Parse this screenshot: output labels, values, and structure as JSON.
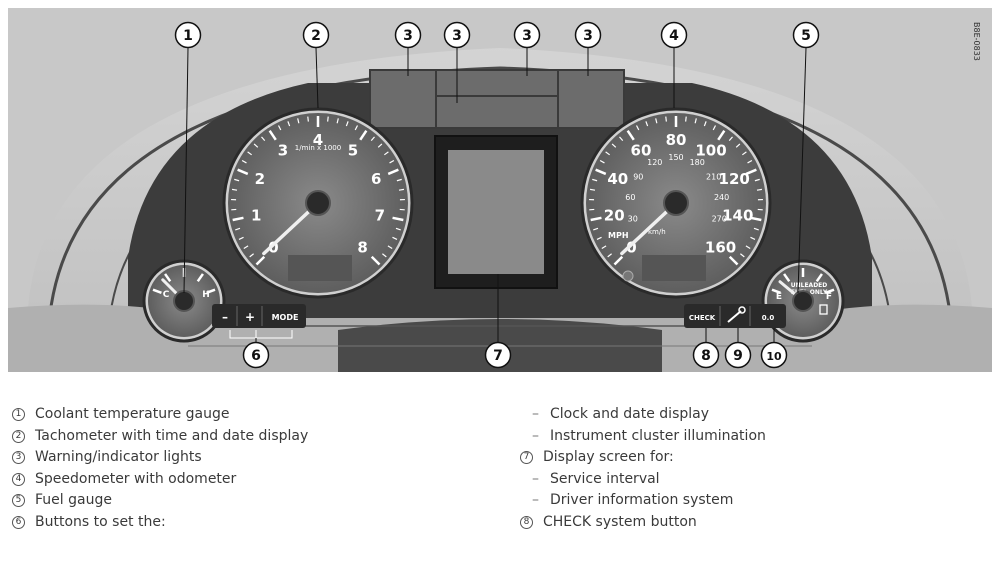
{
  "figure": {
    "side_code": "B8E-0833",
    "callouts": [
      "1",
      "2",
      "3",
      "3",
      "3",
      "3",
      "4",
      "5",
      "6",
      "7",
      "8",
      "9",
      "10"
    ],
    "tachometer": {
      "ticks": [
        "0",
        "1",
        "2",
        "3",
        "4",
        "5",
        "6",
        "7",
        "8"
      ],
      "unit": "1/min x 1000"
    },
    "speedometer": {
      "mph_ticks": [
        "0",
        "20",
        "40",
        "60",
        "80",
        "100",
        "120",
        "140",
        "160"
      ],
      "kmh_ticks": [
        "30",
        "60",
        "90",
        "120",
        "150",
        "180",
        "210",
        "240",
        "270"
      ],
      "mph_label": "MPH",
      "kmh_label": "km/h"
    },
    "coolant": {
      "cold": "C",
      "hot": "H"
    },
    "fuel": {
      "line1": "UNLEADED",
      "line2": "FUEL ONLY",
      "empty": "E",
      "full": "F"
    },
    "buttons": {
      "minus": "–",
      "plus": "+",
      "mode": "MODE",
      "check": "CHECK",
      "reset": "0.0"
    }
  },
  "legend": {
    "left": [
      {
        "num": "1",
        "text": "Coolant temperature gauge"
      },
      {
        "num": "2",
        "text": "Tachometer with time and date display"
      },
      {
        "num": "3",
        "text": "Warning/indicator lights"
      },
      {
        "num": "4",
        "text": "Speedometer with odometer"
      },
      {
        "num": "5",
        "text": "Fuel gauge"
      },
      {
        "num": "6",
        "text": "Buttons to set the:"
      }
    ],
    "right": [
      {
        "dash": "–",
        "text": "Clock and date display"
      },
      {
        "dash": "–",
        "text": "Instrument cluster illumination"
      },
      {
        "num": "7",
        "text": "Display screen for:"
      },
      {
        "dash": "–",
        "text": "Service interval"
      },
      {
        "dash": "–",
        "text": "Driver information system"
      },
      {
        "num": "8",
        "text": "CHECK system button"
      }
    ]
  }
}
